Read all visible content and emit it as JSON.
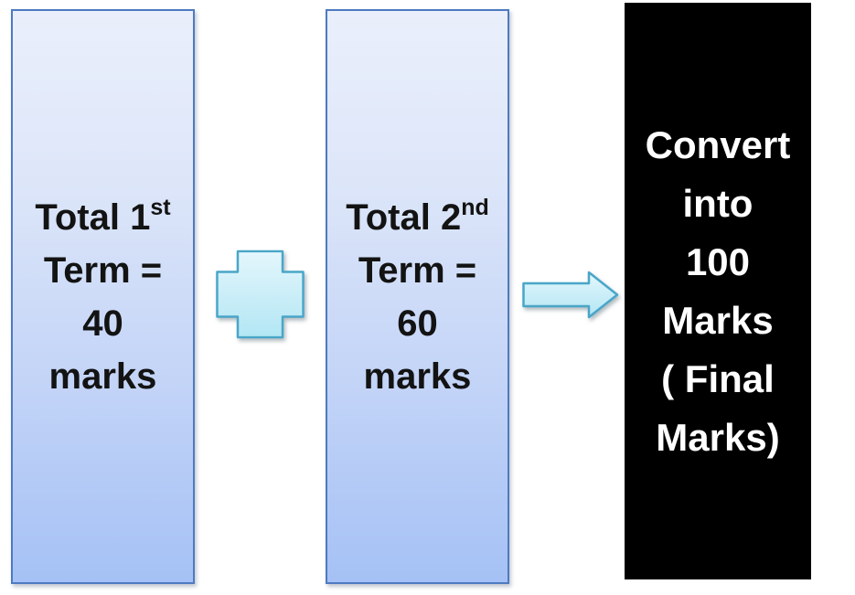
{
  "diagram": {
    "description": "Marks conversion flow diagram",
    "colors": {
      "background": "#ffffff",
      "term_box_border": "#4e7ac1",
      "term_box_fill_top": "#eaeffb",
      "term_box_fill_bottom": "#a5c1f5",
      "term_box_text": "#131313",
      "connector_border": "#49a6c8",
      "connector_fill_top": "#e4f6fc",
      "connector_fill_bottom": "#b2e6f4",
      "final_box_background": "#000000",
      "final_box_text": "#ffffff"
    },
    "term1_box": {
      "line1_main": "Total 1",
      "line1_sup": "st",
      "line2": "Term =",
      "line3": "40",
      "line4": "marks"
    },
    "term2_box": {
      "line1_main": "Total 2",
      "line1_sup": "nd",
      "line2": "Term =",
      "line3": "60",
      "line4": "marks"
    },
    "connectors": {
      "plus": "plus-sign",
      "arrow": "right-arrow"
    },
    "final_box": {
      "lines": [
        "Convert",
        "into",
        "100",
        "Marks",
        "( Final",
        "Marks)"
      ]
    }
  }
}
